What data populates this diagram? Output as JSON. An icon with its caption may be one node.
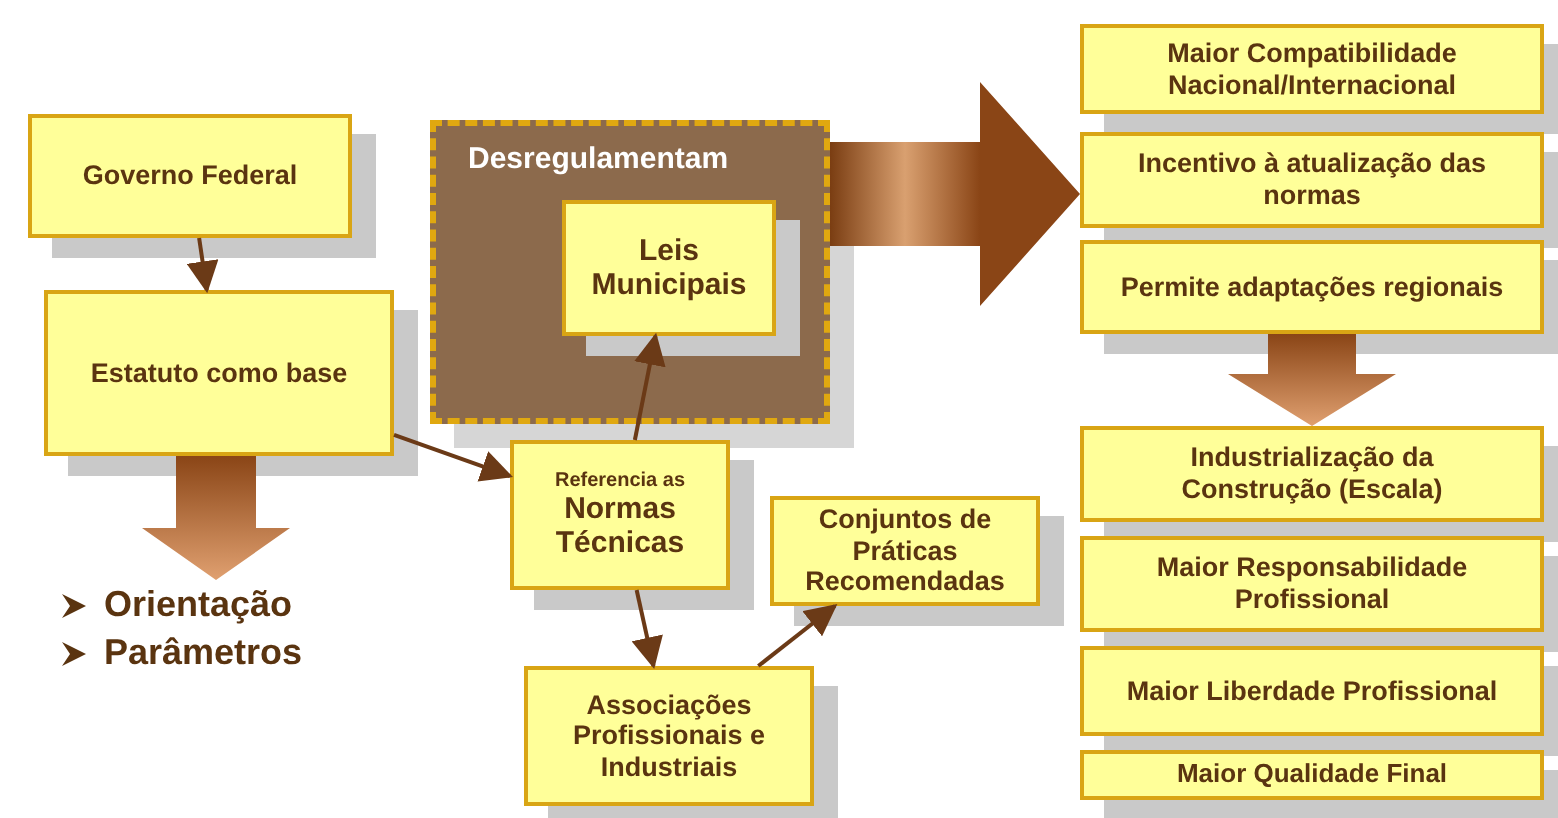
{
  "diagram": {
    "nodes": [
      {
        "text": [
          "Governo Federal"
        ]
      },
      {
        "text": [
          "Estatuto como base"
        ]
      },
      {
        "text": [
          "Desregulamentam"
        ]
      },
      {
        "text": [
          "Leis Municipais"
        ],
        "in": 2
      },
      {
        "text": [
          "Referencia as",
          "Normas Técnicas"
        ]
      },
      {
        "text": [
          "Conjuntos de Práticas Recomendadas"
        ]
      },
      {
        "text": [
          "Associações Profissionais e Industriais"
        ]
      },
      {
        "text": [
          "Maior Compatibilidade Nacional/Internacional"
        ]
      },
      {
        "text": [
          "Incentivo à atualização das normas"
        ]
      },
      {
        "text": [
          "Permite adaptações regionais"
        ]
      },
      {
        "text": [
          "Industrialização da Construção (Escala)"
        ]
      },
      {
        "text": [
          "Maior Responsabilidade Profissional"
        ]
      },
      {
        "text": [
          "Maior Liberdade Profissional"
        ]
      },
      {
        "text": [
          "Maior Qualidade Final"
        ]
      }
    ],
    "edges": [
      {
        "from": 0,
        "to": 1,
        "arrow": "to"
      },
      {
        "from": 1,
        "to": 4,
        "arrow": "to"
      },
      {
        "from": 4,
        "to": 3,
        "arrow": "to"
      },
      {
        "from": 4,
        "to": 6,
        "arrow": "to"
      },
      {
        "from": 6,
        "to": 5,
        "arrow": "to"
      },
      {
        "from": 2,
        "to": 8,
        "arrow": "to",
        "style": "thick"
      },
      {
        "from": 9,
        "to": 10,
        "arrow": "to",
        "style": "thick"
      },
      {
        "from": 1,
        "to": null,
        "arrow": "to",
        "style": "thick"
      }
    ],
    "labels": [
      "Orientação",
      "Parâmetros"
    ]
  }
}
